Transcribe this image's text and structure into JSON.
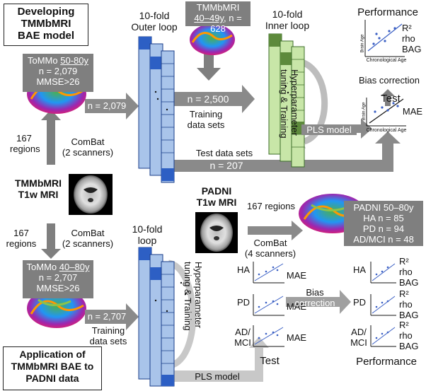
{
  "top": {
    "title_lines": [
      "Developing",
      "TMMbMRI",
      "BAE model"
    ],
    "tommo": {
      "name": "ToMMo",
      "age": "50-80y",
      "n": "n = 2,079",
      "mmse": "MMSE>26"
    },
    "outer_loop": [
      "10-fold",
      "Outer loop"
    ],
    "tmmbmri": {
      "name": "TMMbMRI",
      "age": "40–49y",
      "n": ", n = 628"
    },
    "arrow_n": "n = 2,079",
    "arrow_2500": "n = 2,500",
    "training": [
      "Training",
      "data sets"
    ],
    "inner_loop": [
      "10-fold",
      "Inner loop"
    ],
    "hyper": [
      "Hyperparameter",
      "tuning & Training"
    ],
    "pls": "PLS model",
    "test_sets": "Test data sets",
    "n207": "n = 207",
    "performance": "Performance",
    "metrics": [
      "R²",
      "rho",
      "BAG"
    ],
    "bias": "Bias correction",
    "test": "Test",
    "mae": "MAE",
    "brain_age": "Brain Age",
    "chron_age": "Chronological Age",
    "regions": [
      "167",
      "regions"
    ],
    "combat": [
      "ComBat",
      "(2 scanners)"
    ]
  },
  "mid": {
    "mri_label": [
      "TMMbMRI",
      "T1w MRI"
    ],
    "padni_label": [
      "PADNI",
      "T1w MRI"
    ],
    "regions": "167 regions",
    "combat": [
      "ComBat",
      "(4 scanners)"
    ],
    "padni_box": {
      "title": "PADNI 50–80y",
      "ha": "HA n = 85",
      "pd": "PD n = 94",
      "ad": "AD/MCI n = 48"
    }
  },
  "bottom": {
    "regions": [
      "167",
      "regions"
    ],
    "combat": [
      "ComBat",
      "(2 scanners)"
    ],
    "tommo": {
      "name": "ToMMo",
      "age": "40–80y",
      "n": "n = 2,707",
      "mmse": "MMSE>26"
    },
    "loop": [
      "10-fold",
      "loop"
    ],
    "arrow_n": "n = 2,707",
    "training": [
      "Training",
      "data sets"
    ],
    "hyper": [
      "Hyperparameter",
      "tuning & Training"
    ],
    "pls": "PLS model",
    "groups": [
      "HA",
      "PD",
      "AD/",
      "MCI"
    ],
    "mae": "MAE",
    "bias": [
      "Bias",
      "correction"
    ],
    "test": "Test",
    "performance": "Performance",
    "metrics": [
      "R²",
      "rho",
      "BAG"
    ],
    "title_lines": [
      "Application of",
      "TMMbMRI BAE to",
      "PADNI data"
    ]
  }
}
